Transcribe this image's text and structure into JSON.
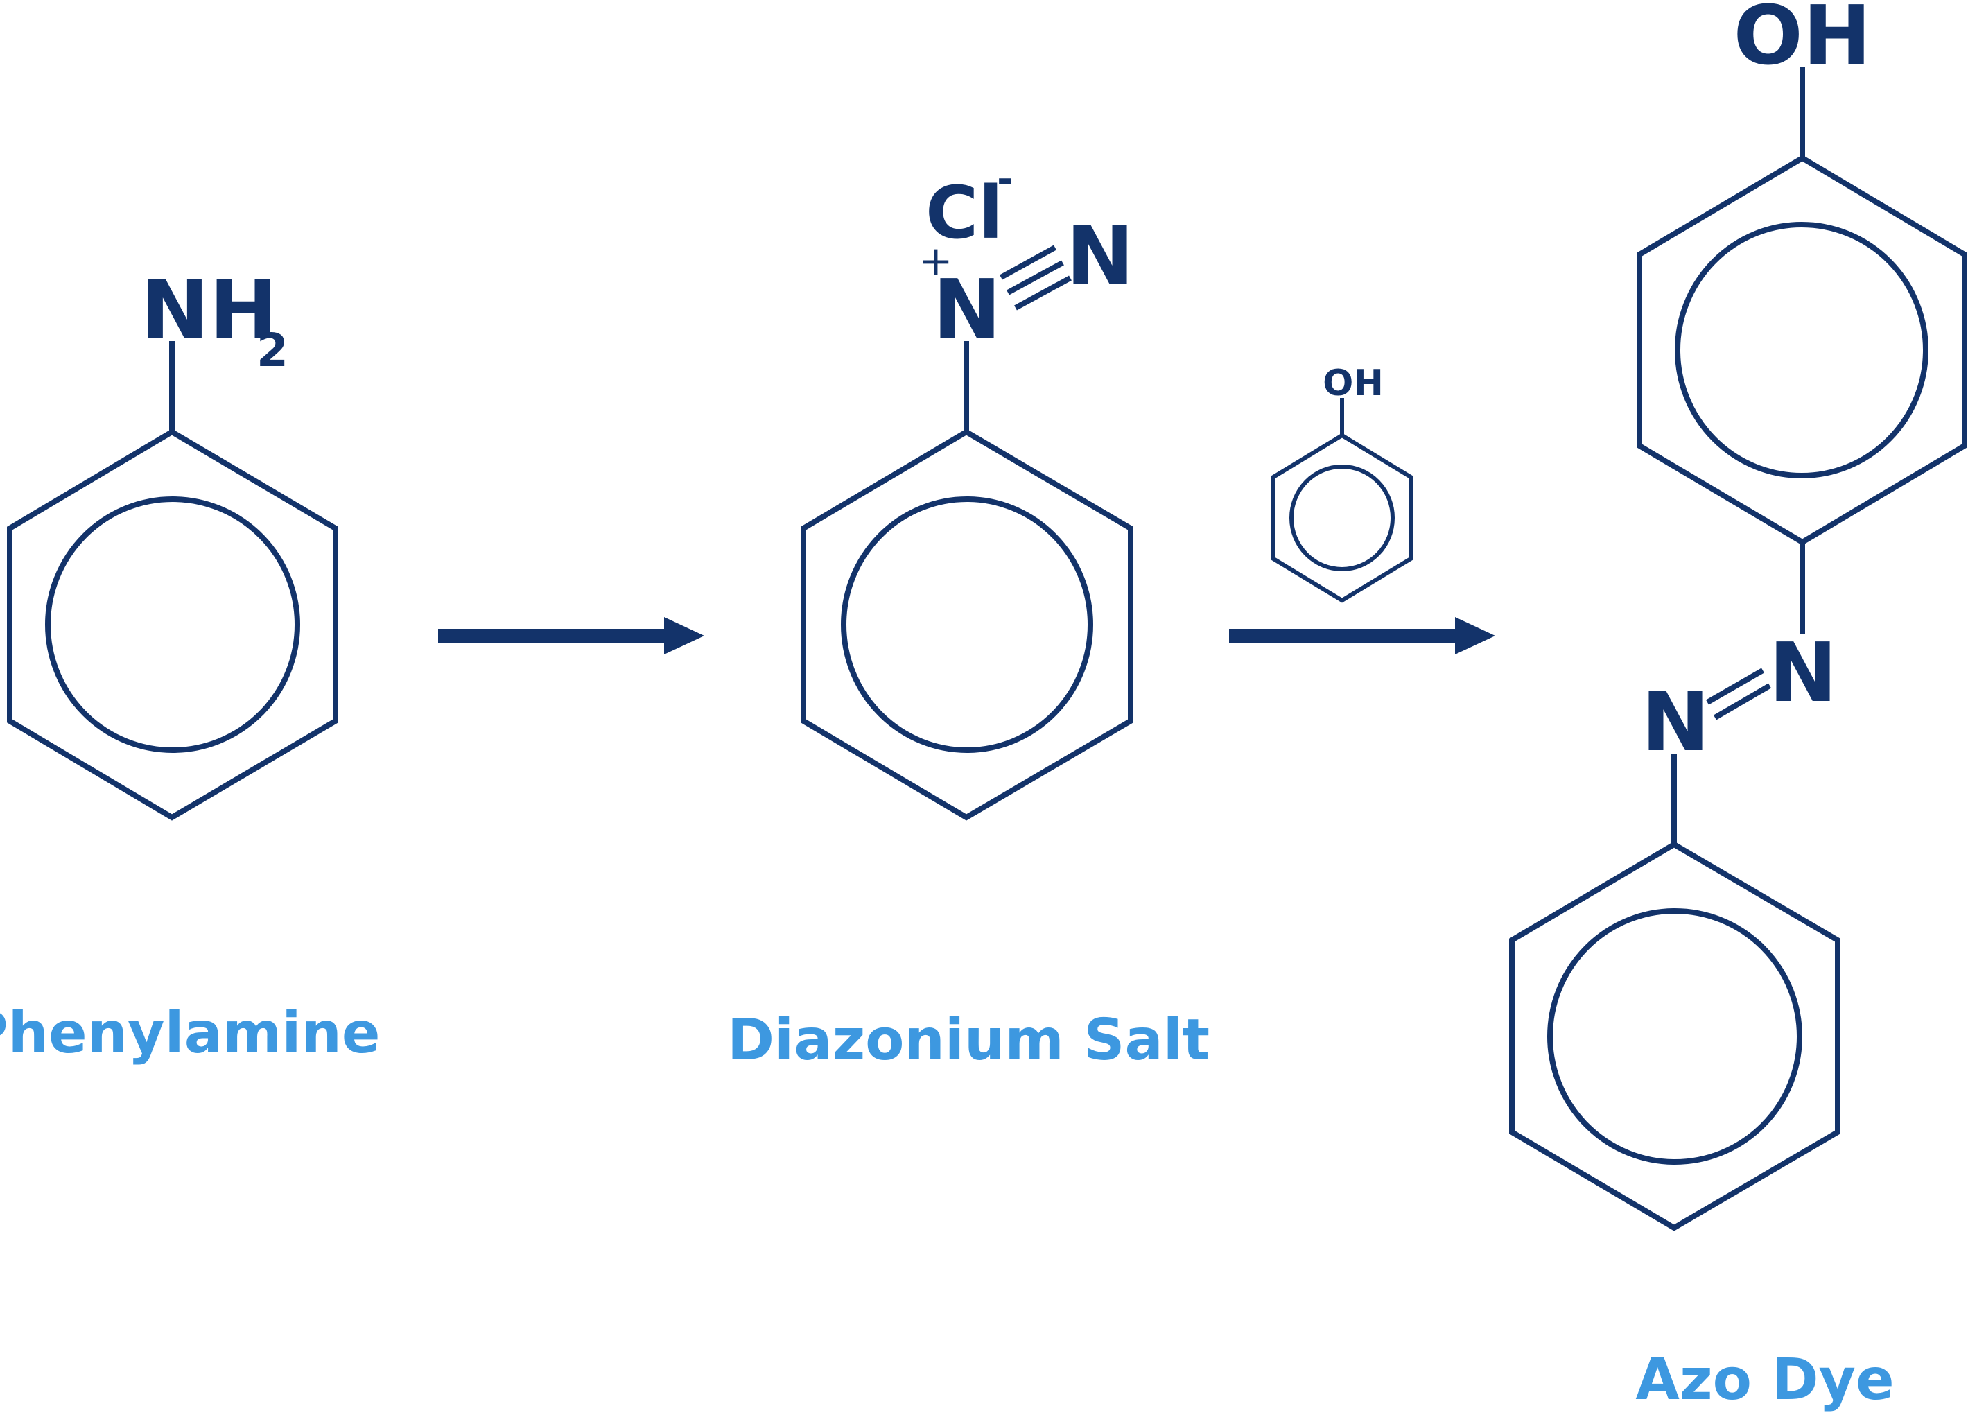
{
  "colors": {
    "structure": "#13336a",
    "label": "#3d98e0",
    "background": "#ffffff"
  },
  "molecules": {
    "phenylamine": {
      "group_atom": "NH",
      "group_subscript": "2",
      "label": "Phenylamine"
    },
    "diazonium_salt": {
      "counter_ion": "Cl",
      "counter_ion_charge": "-",
      "cation_charge": "+",
      "cation_atom": "N",
      "terminal_atom": "N",
      "label": "Diazonium Salt"
    },
    "phenol_reagent": {
      "group": "OH"
    },
    "azo_dye": {
      "top_group": "OH",
      "azo_atom_right": "N",
      "azo_atom_left": "N",
      "label": "Azo Dye"
    }
  },
  "arrows": [
    {
      "name": "step-1"
    },
    {
      "name": "step-2"
    }
  ]
}
